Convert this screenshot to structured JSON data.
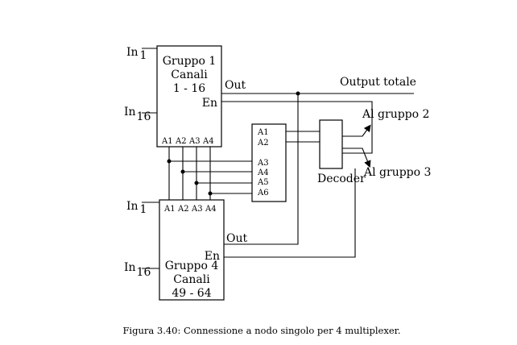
{
  "group1": {
    "name": "Gruppo 1",
    "channels": "Canali",
    "range": "1 - 16"
  },
  "group4": {
    "name": "Gruppo 4",
    "channels": "Canali",
    "range": "49 - 64"
  },
  "inputs": {
    "first": "In",
    "first_sub": "1",
    "last": "In",
    "last_sub": "16"
  },
  "pins": {
    "out": "Out",
    "en": "En",
    "a1": "A1",
    "a2": "A2",
    "a3": "A3",
    "a4": "A4"
  },
  "addr_block": [
    "A1",
    "A2",
    "A3",
    "A4",
    "A5",
    "A6"
  ],
  "decoder": {
    "label": "Decoder"
  },
  "outputs": {
    "total": "Output totale",
    "group2": "Al gruppo 2",
    "group3": "Al gruppo 3"
  },
  "caption": "Figura 3.40: Connessione a nodo singolo per 4 multiplexer."
}
